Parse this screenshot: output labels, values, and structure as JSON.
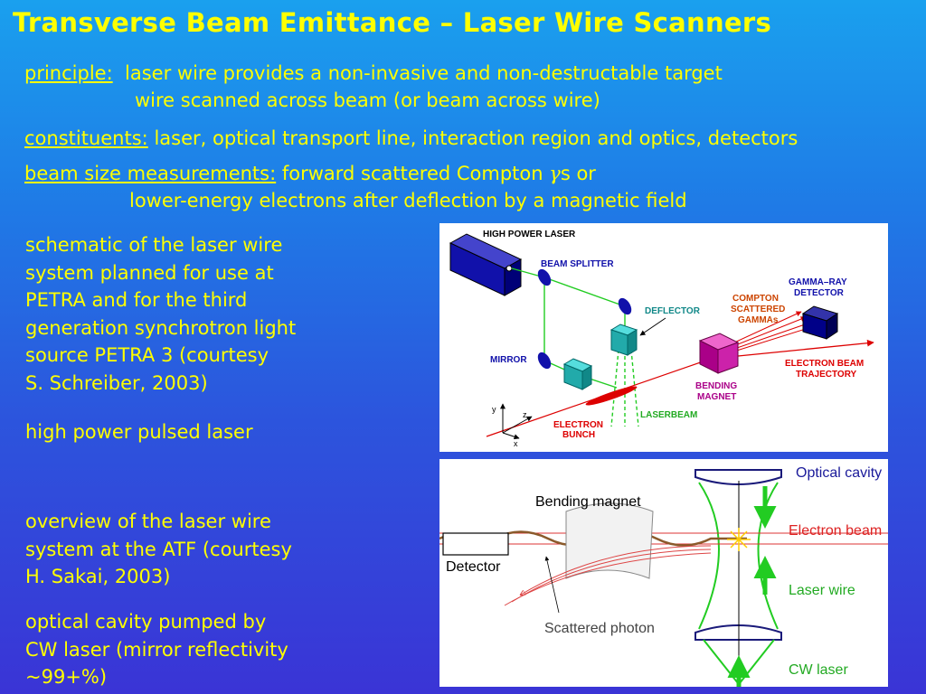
{
  "title": "Transverse Beam Emittance – Laser Wire Scanners",
  "principle": {
    "label": "principle:",
    "line1": "laser wire provides a non-invasive and non-destructable target",
    "line2": "wire scanned across beam (or beam across wire)"
  },
  "constituents": {
    "label": "constituents:",
    "text": "laser, optical transport line, interaction region and optics, detectors"
  },
  "beam_size": {
    "label": "beam size measurements:",
    "line1_a": "forward scattered Compton",
    "gamma": "γ",
    "line1_b": "s or",
    "line2": "lower-energy electrons after deflection by a magnetic field"
  },
  "petra_caption": [
    "schematic of the laser wire",
    "system planned for use at",
    "PETRA and for the third",
    "generation  synchrotron light",
    "source PETRA 3  (courtesy",
    "S. Schreiber, 2003)"
  ],
  "laser_caption": "high power pulsed laser",
  "atf_caption": [
    "overview of the laser wire",
    "system at the ATF (courtesy",
    "H. Sakai, 2003)"
  ],
  "cavity_caption": [
    "optical cavity pumped by",
    "CW laser (mirror reflectivity",
    "~99+%)"
  ],
  "diagram1": {
    "high_power_laser": "HIGH POWER LASER",
    "beam_splitter": "BEAM SPLITTER",
    "deflector": "DEFLECTOR",
    "mirror": "MIRROR",
    "compton": [
      "COMPTON",
      "SCATTERED",
      "GAMMAs"
    ],
    "gamma_detector": [
      "GAMMA–RAY",
      "DETECTOR"
    ],
    "electron_beam_trajectory": [
      "ELECTRON BEAM",
      "TRAJECTORY"
    ],
    "bending_magnet": [
      "BENDING",
      "MAGNET"
    ],
    "laserbeam": "LASERBEAM",
    "electron_bunch": [
      "ELECTRON",
      "BUNCH"
    ],
    "axis_y": "y",
    "axis_z": "z",
    "axis_x": "x",
    "colors": {
      "red": "#dd0000",
      "green": "#22cc22",
      "blue": "#1111aa",
      "teal": "#11aaaa",
      "magenta": "#aa0088"
    }
  },
  "diagram2": {
    "optical_cavity": "Optical cavity",
    "electron_beam": "Electron beam",
    "laser_wire": "Laser wire",
    "cw_laser": "CW laser",
    "bending_magnet": "Bending magnet",
    "detector": "Detector",
    "scattered_photon": "Scattered photon"
  }
}
